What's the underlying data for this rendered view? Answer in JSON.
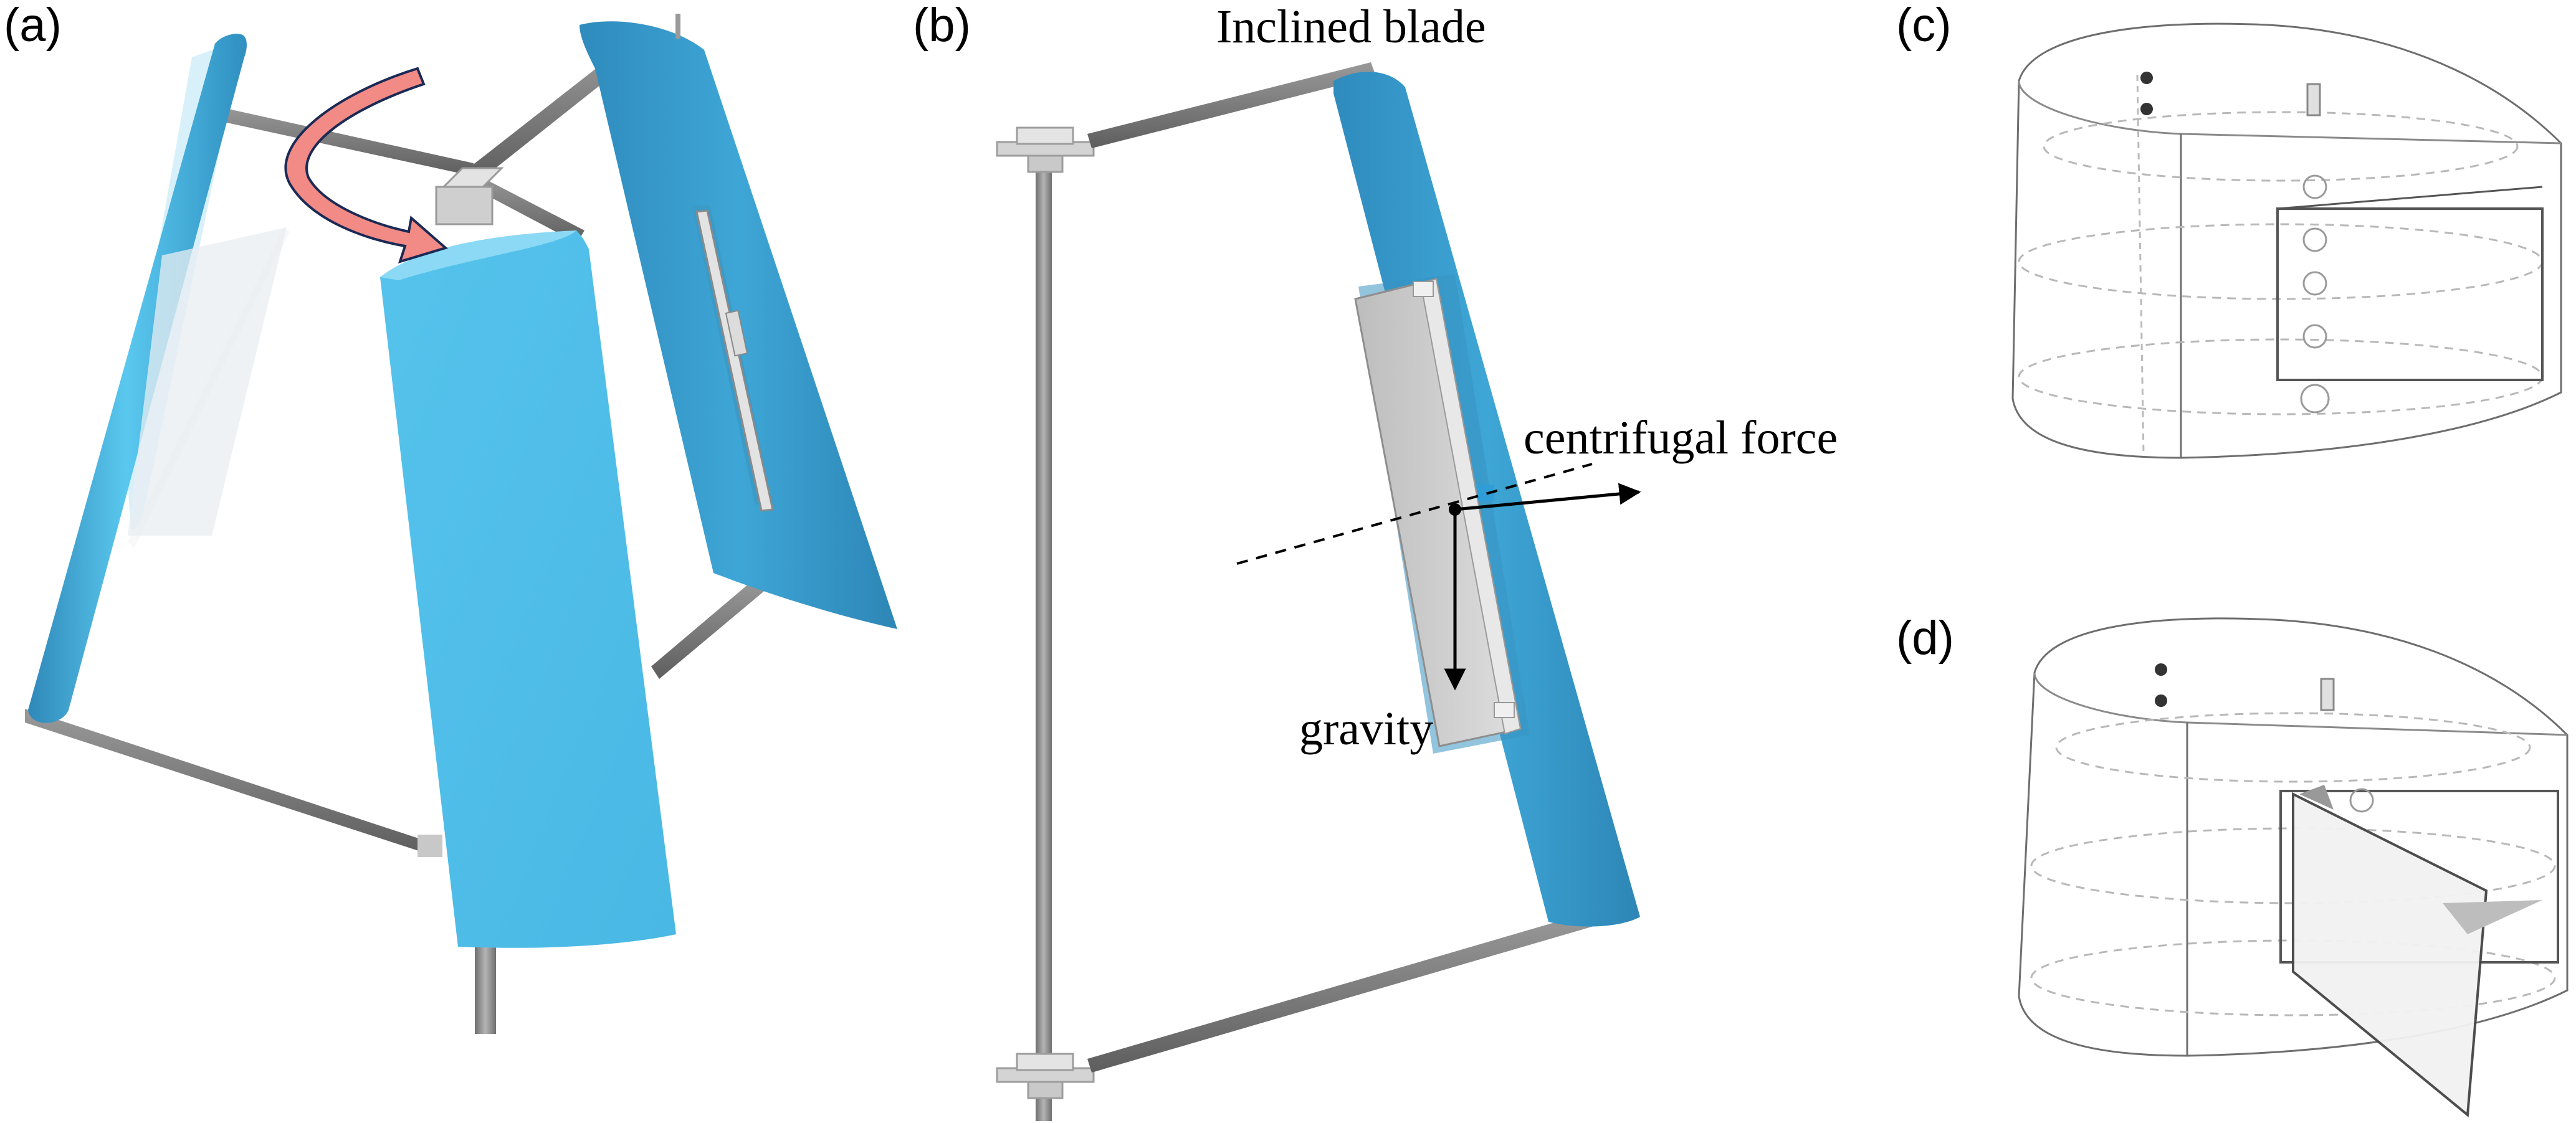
{
  "figure": {
    "panels": [
      {
        "label": "(a)"
      },
      {
        "label": "(b)"
      },
      {
        "label": "(c)"
      },
      {
        "label": "(d)"
      }
    ],
    "annotations": {
      "inclined_blade": "Inclined blade",
      "centrifugal_force": "centrifugal force",
      "gravity": "gravity"
    },
    "colors": {
      "blade_light": "#4fc0ea",
      "blade_dark": "#3a9ccb",
      "strut": "#7d7d7d",
      "rotation_arrow": "#f08a86",
      "hub": "#d2d2d2",
      "flap": "#c8c8c8"
    }
  }
}
